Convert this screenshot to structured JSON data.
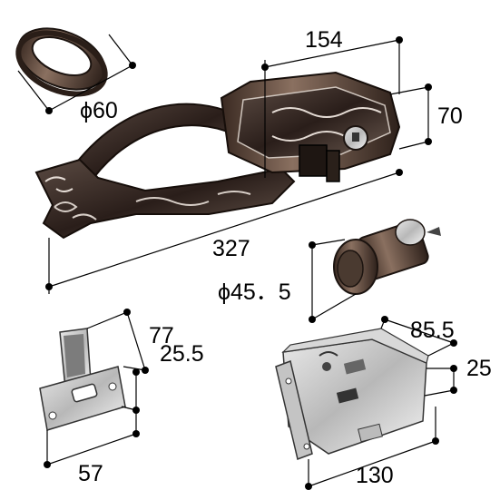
{
  "figure": {
    "parts": [
      {
        "id": "rosette",
        "label": "ϕ60"
      },
      {
        "id": "handle",
        "label_width": "154",
        "label_height": "70",
        "label_length": "327"
      },
      {
        "id": "cylinder",
        "label": "ϕ45．5"
      },
      {
        "id": "latch",
        "label_length": "77",
        "label_thickness": "25.5",
        "label_width": "57"
      },
      {
        "id": "lock-case",
        "label_depth": "85.5",
        "label_thickness": "25",
        "label_width": "130"
      }
    ]
  }
}
